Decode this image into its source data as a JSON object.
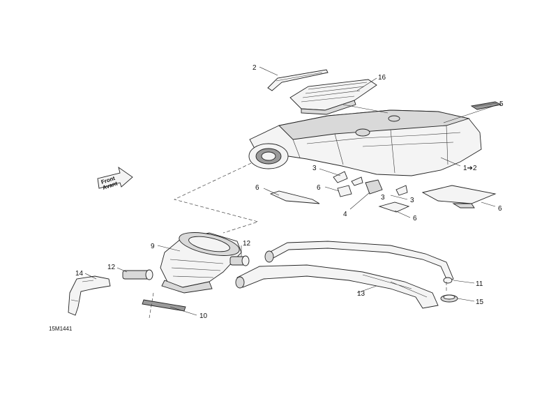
{
  "diagram": {
    "drawing_code": "15M1441",
    "front_arrow": {
      "line1": "Front",
      "line2": "Avant"
    },
    "callouts": {
      "c1": "2",
      "c2": "16",
      "c3": "5",
      "c4": "1➔2",
      "c5": "3",
      "c6": "6",
      "c7": "6",
      "c8": "3",
      "c9": "4",
      "c10": "3",
      "c11": "6",
      "c12": "6",
      "c13": "9",
      "c14": "12",
      "c15": "12",
      "c16": "14",
      "c17": "10",
      "c18": "13",
      "c19": "11",
      "c20": "15"
    }
  }
}
